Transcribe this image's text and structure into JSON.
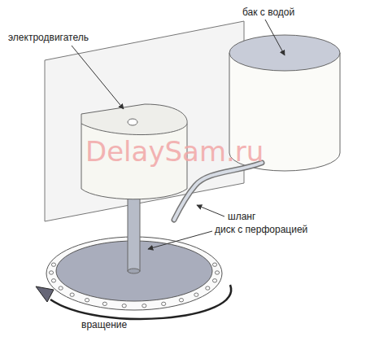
{
  "diagram": {
    "labels": [
      "бак с водой",
      "электродвигатель",
      "DelaySam.ru",
      "шланг",
      "диск с перфорацией",
      "вращение"
    ]
  }
}
